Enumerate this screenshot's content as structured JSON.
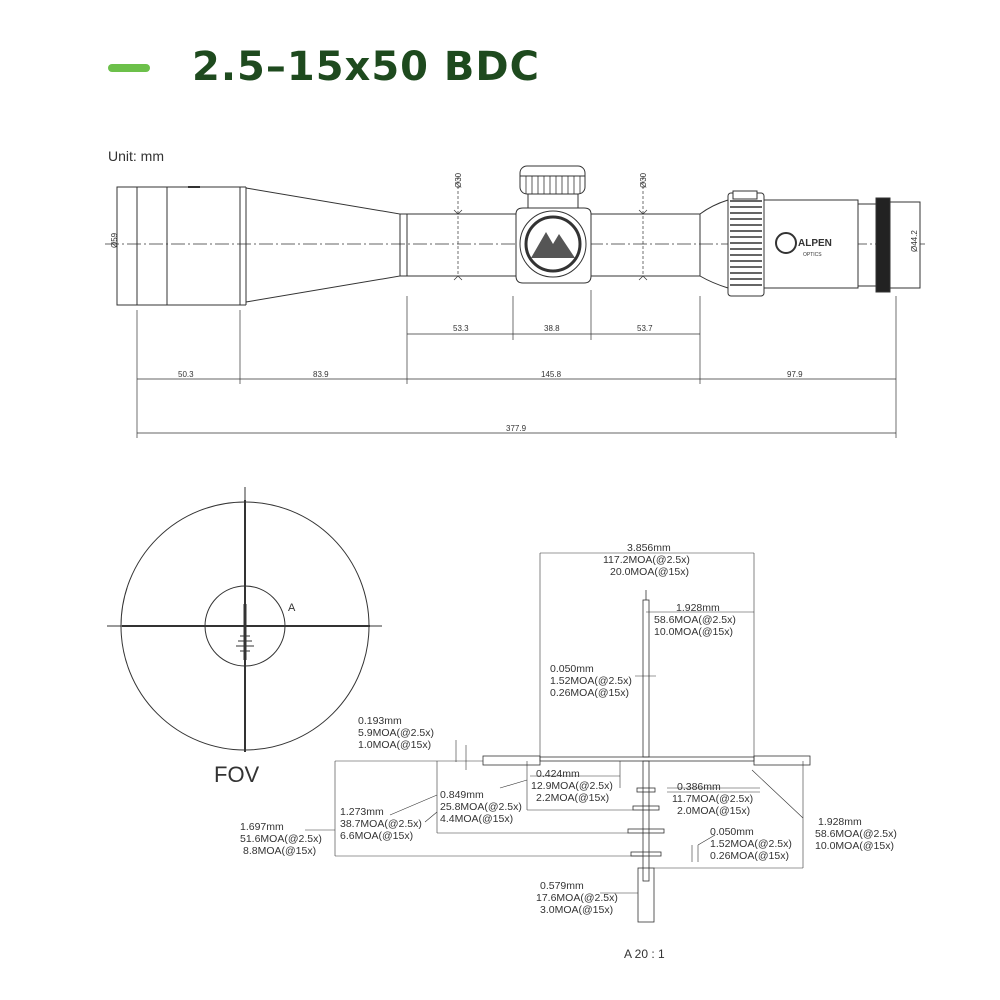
{
  "header": {
    "title": "2.5–15x50 BDC",
    "accent_color": "#6cc04a",
    "title_color": "#1e4a1e"
  },
  "unit_label": "Unit: mm",
  "scope_drawing": {
    "diameters": {
      "objective": "Ø59",
      "turret_top": "Ø30",
      "turret_right": "Ø30",
      "eyepiece": "Ø44.2"
    },
    "upper_dims": {
      "a": "53.3",
      "b": "38.8",
      "c": "53.7"
    },
    "lower_dims": {
      "a": "50.3",
      "b": "83.9",
      "c": "145.8",
      "d": "97.9"
    },
    "total": "377.9",
    "brand": "ALPEN",
    "brand_sub": "OPTICS"
  },
  "fov": {
    "label": "FOV",
    "detail_marker": "A"
  },
  "reticle": {
    "scale_label": "A 20 : 1",
    "annotations": {
      "w3856": {
        "l1": "3.856mm",
        "l2": "117.2MOA(@2.5x)",
        "l3": "20.0MOA(@15x)"
      },
      "w1928_top": {
        "l1": "1.928mm",
        "l2": "58.6MOA(@2.5x)",
        "l3": "10.0MOA(@15x)"
      },
      "w0050_top": {
        "l1": "0.050mm",
        "l2": "1.52MOA(@2.5x)",
        "l3": "0.26MOA(@15x)"
      },
      "w0193": {
        "l1": "0.193mm",
        "l2": "5.9MOA(@2.5x)",
        "l3": "1.0MOA(@15x)"
      },
      "w0424": {
        "l1": "0.424mm",
        "l2": "12.9MOA(@2.5x)",
        "l3": "2.2MOA(@15x)"
      },
      "w0386": {
        "l1": "0.386mm",
        "l2": "11.7MOA(@2.5x)",
        "l3": "2.0MOA(@15x)"
      },
      "w0849": {
        "l1": "0.849mm",
        "l2": "25.8MOA(@2.5x)",
        "l3": "4.4MOA(@15x)"
      },
      "w1273": {
        "l1": "1.273mm",
        "l2": "38.7MOA(@2.5x)",
        "l3": "6.6MOA(@15x)"
      },
      "w1697": {
        "l1": "1.697mm",
        "l2": "51.6MOA(@2.5x)",
        "l3": "8.8MOA(@15x)"
      },
      "w1928_right": {
        "l1": "1.928mm",
        "l2": "58.6MOA(@2.5x)",
        "l3": "10.0MOA(@15x)"
      },
      "w0050_bot": {
        "l1": "0.050mm",
        "l2": "1.52MOA(@2.5x)",
        "l3": "0.26MOA(@15x)"
      },
      "w0579": {
        "l1": "0.579mm",
        "l2": "17.6MOA(@2.5x)",
        "l3": "3.0MOA(@15x)"
      }
    }
  }
}
